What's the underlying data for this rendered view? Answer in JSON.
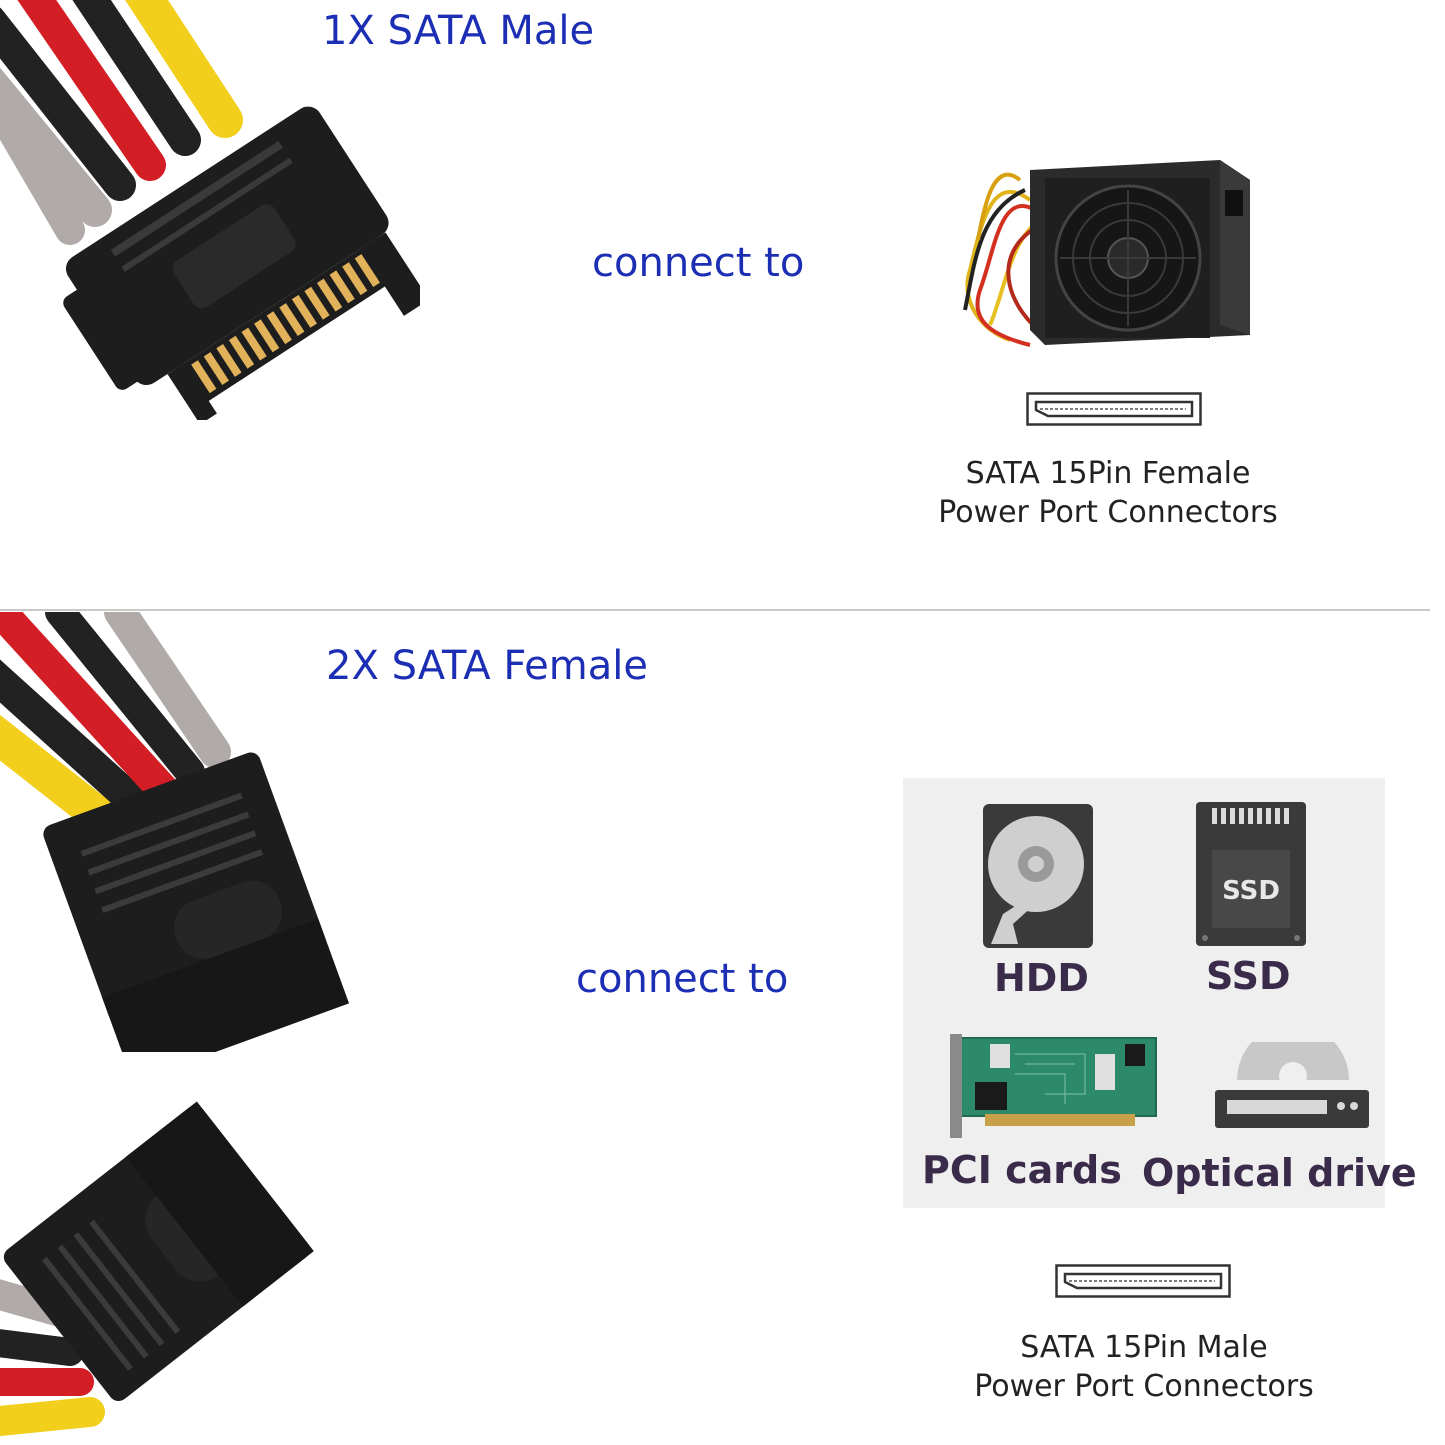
{
  "section1": {
    "title": "1X SATA Male",
    "connect": "connect to",
    "caption_line1": "SATA 15Pin Female",
    "caption_line2": "Power Port Connectors"
  },
  "section2": {
    "title": "2X SATA Female",
    "connect": "connect to",
    "devices": {
      "hdd": "HDD",
      "ssd": "SSD",
      "ssd_badge": "SSD",
      "pci": "PCI cards",
      "optical": "Optical drive"
    },
    "caption_line1": "SATA 15Pin Male",
    "caption_line2": "Power Port Connectors"
  },
  "colors": {
    "title_blue": "#1c2fb4",
    "connector_black": "#1a1a1a",
    "wire_red": "#d41e25",
    "wire_yellow": "#f2cf1c",
    "wire_gray": "#b0aaa8",
    "pcb_green": "#2c8a6a"
  },
  "icons": [
    "sata-male-connector",
    "power-supply-icon",
    "sata-port-icon",
    "sata-female-connector",
    "hdd-icon",
    "ssd-icon",
    "pci-card-icon",
    "optical-drive-icon"
  ]
}
